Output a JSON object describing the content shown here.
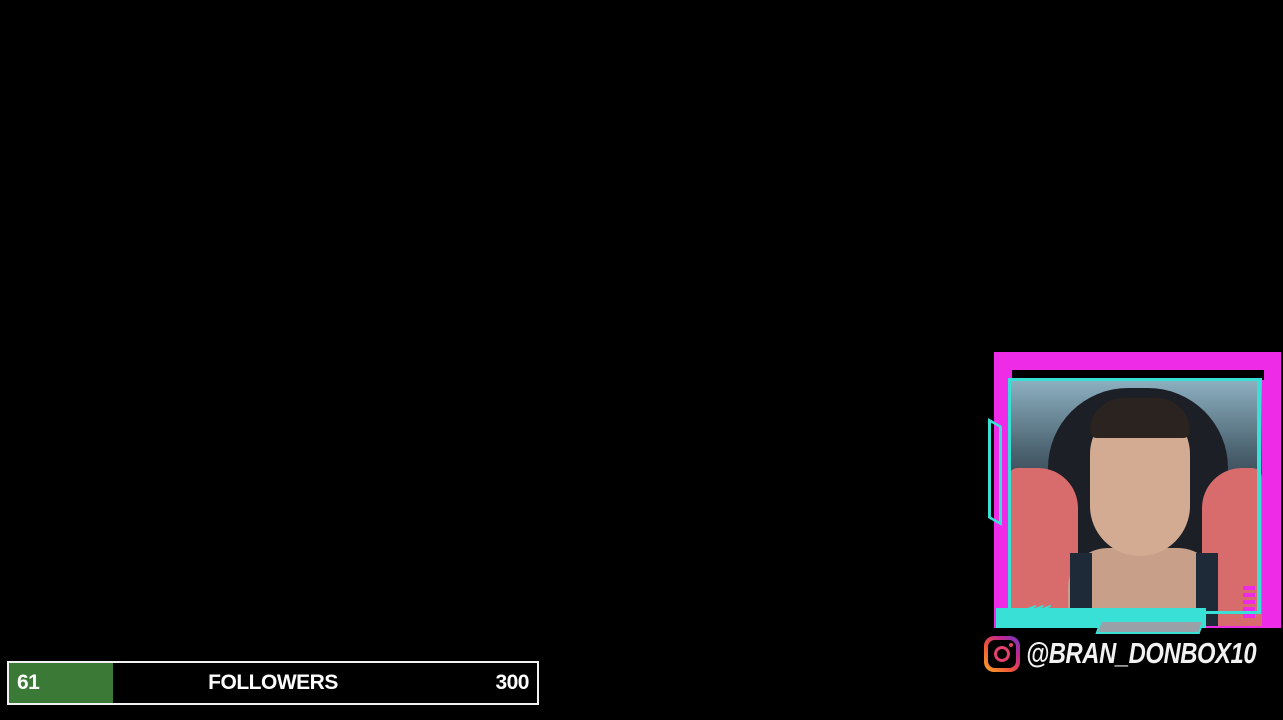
{
  "followers_goal": {
    "current": "61",
    "label": "FOLLOWERS",
    "goal": "300",
    "fill_color": "#3b7a36",
    "border_color": "#f2f2f2"
  },
  "webcam_overlay": {
    "frame_color_primary": "#ee2ce8",
    "frame_color_secondary": "#39e0d6",
    "chevrons": "<<<"
  },
  "social": {
    "platform_icon": "instagram-icon",
    "handle": "@BRAN_DONBOX10"
  }
}
